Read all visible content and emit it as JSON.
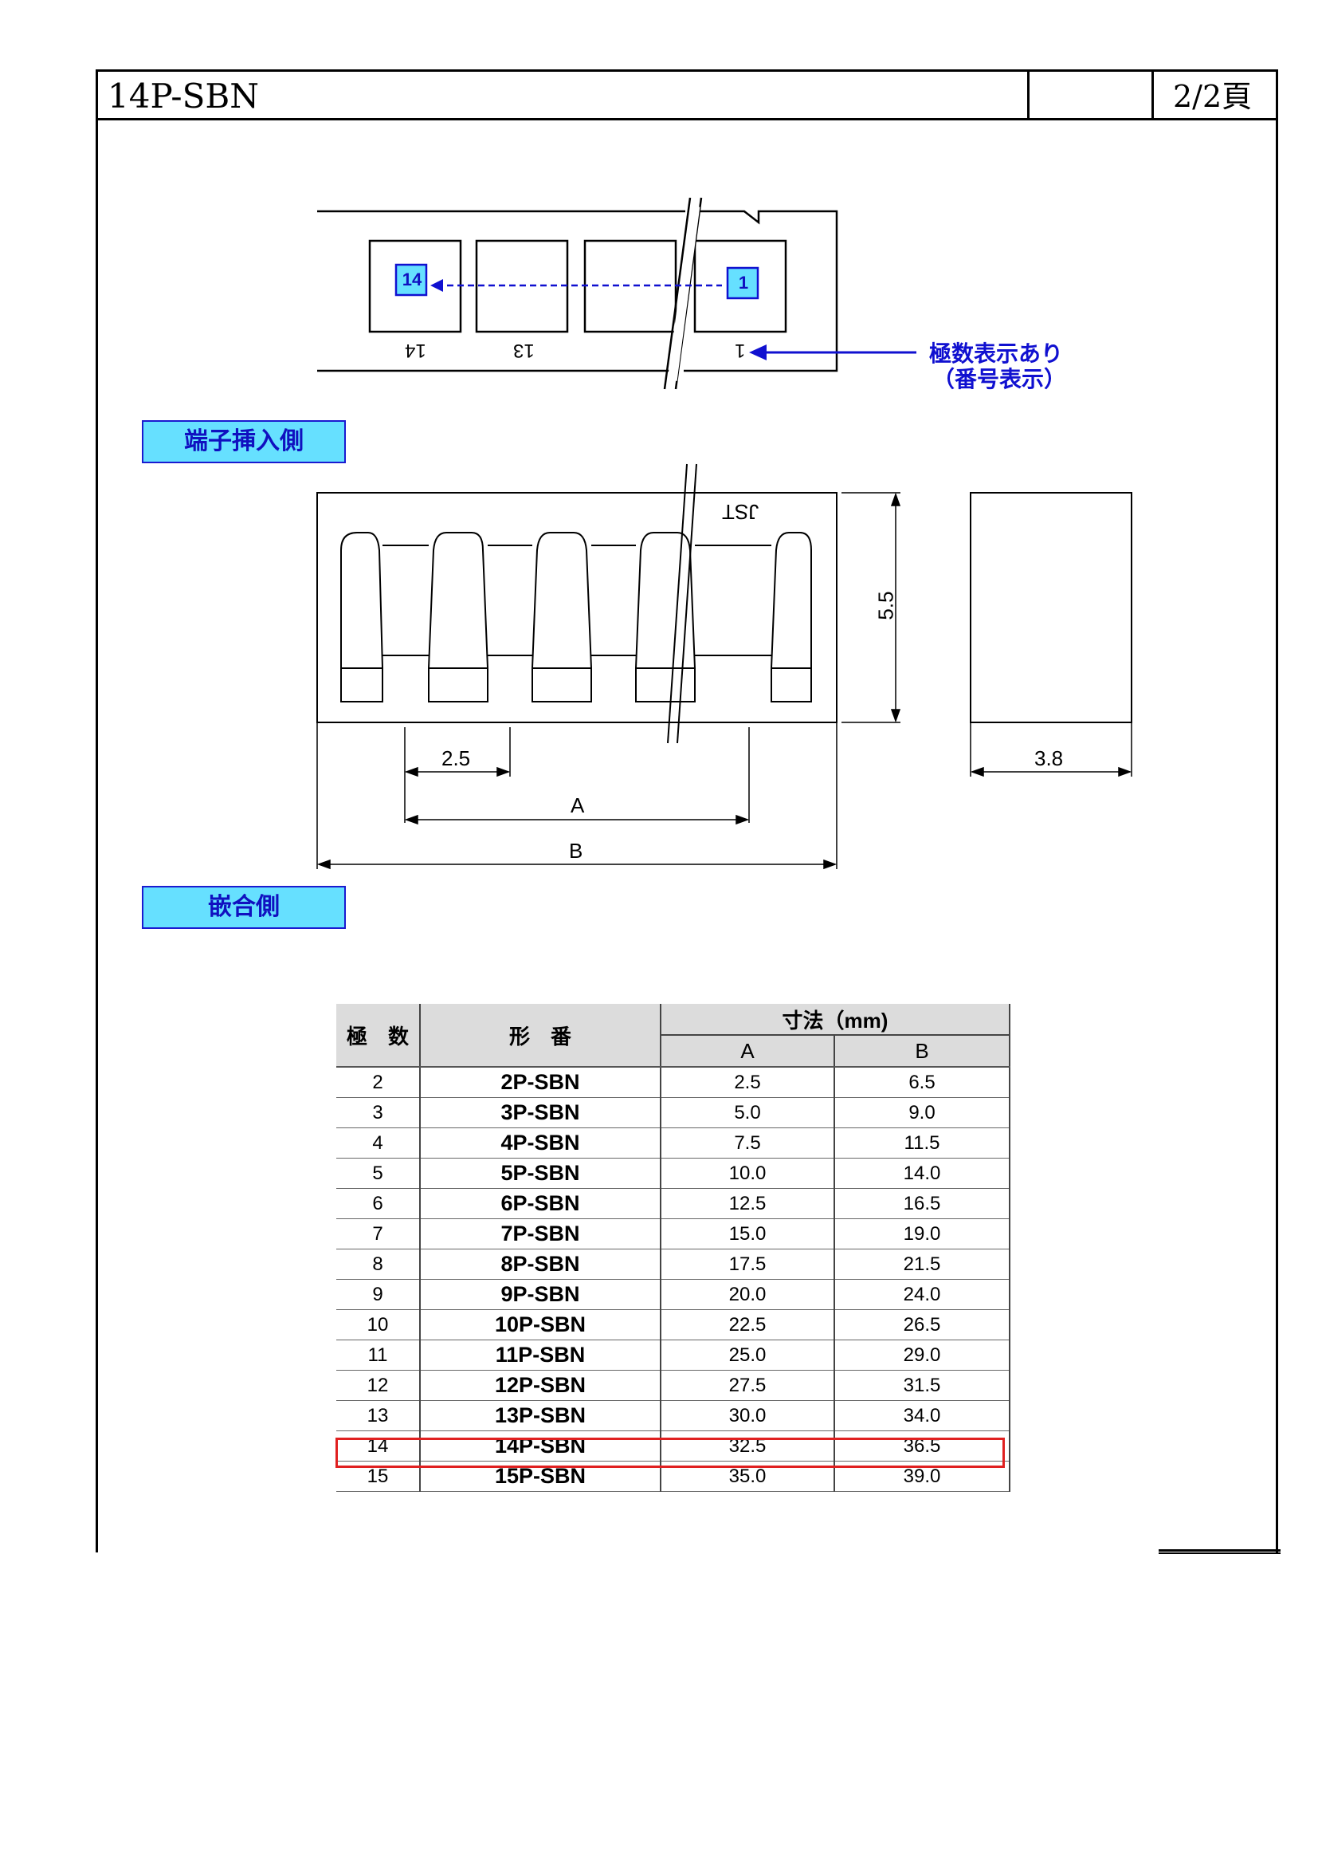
{
  "header": {
    "title": "14P-SBN",
    "page": "2/2頁"
  },
  "diagram_top": {
    "box_labels": [
      "14",
      "1"
    ],
    "pin_labels": [
      "14",
      "13",
      "1"
    ],
    "annotation_line1": "極数表示あり",
    "annotation_line2": "（番号表示）"
  },
  "section_labels": {
    "terminal_insert_side": "端子挿入側",
    "mating_side": "嵌合側"
  },
  "diagram_mid": {
    "logo": "JST",
    "dim_height": "5.5",
    "dim_pitch": "2.5",
    "dim_a": "A",
    "dim_b": "B",
    "dim_depth": "3.8"
  },
  "table": {
    "headers": {
      "poles": "極　数",
      "model": "形　番",
      "dims": "寸法（mm)",
      "a": "A",
      "b": "B"
    },
    "rows": [
      {
        "poles": "2",
        "model": "2P-SBN",
        "a": "2.5",
        "b": "6.5"
      },
      {
        "poles": "3",
        "model": "3P-SBN",
        "a": "5.0",
        "b": "9.0"
      },
      {
        "poles": "4",
        "model": "4P-SBN",
        "a": "7.5",
        "b": "11.5"
      },
      {
        "poles": "5",
        "model": "5P-SBN",
        "a": "10.0",
        "b": "14.0"
      },
      {
        "poles": "6",
        "model": "6P-SBN",
        "a": "12.5",
        "b": "16.5"
      },
      {
        "poles": "7",
        "model": "7P-SBN",
        "a": "15.0",
        "b": "19.0"
      },
      {
        "poles": "8",
        "model": "8P-SBN",
        "a": "17.5",
        "b": "21.5"
      },
      {
        "poles": "9",
        "model": "9P-SBN",
        "a": "20.0",
        "b": "24.0"
      },
      {
        "poles": "10",
        "model": "10P-SBN",
        "a": "22.5",
        "b": "26.5"
      },
      {
        "poles": "11",
        "model": "11P-SBN",
        "a": "25.0",
        "b": "29.0"
      },
      {
        "poles": "12",
        "model": "12P-SBN",
        "a": "27.5",
        "b": "31.5"
      },
      {
        "poles": "13",
        "model": "13P-SBN",
        "a": "30.0",
        "b": "34.0"
      },
      {
        "poles": "14",
        "model": "14P-SBN",
        "a": "32.5",
        "b": "36.5"
      },
      {
        "poles": "15",
        "model": "15P-SBN",
        "a": "35.0",
        "b": "39.0"
      }
    ],
    "highlighted_poles": "14",
    "highlight_color": "#e02020"
  },
  "colors": {
    "label_fill": "#66e0ff",
    "label_text": "#1010c0",
    "annotation": "#1010d0"
  }
}
